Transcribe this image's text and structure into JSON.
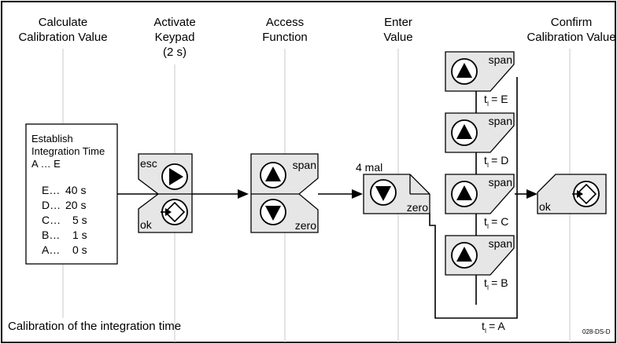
{
  "headers": {
    "col1_line1": "Calculate",
    "col1_line2": "Calibration Value",
    "col2_line1": "Activate",
    "col2_line2": "Keypad",
    "col2_line3": "(2 s)",
    "col3_line1": "Access",
    "col3_line2": "Function",
    "col4_line1": "Enter",
    "col4_line2": "Value",
    "col5_line1": "Confirm",
    "col5_line2": "Calibration Value"
  },
  "info_box": {
    "line1": "Establish",
    "line2": "Integration Time",
    "line3": "A … E",
    "rows": [
      {
        "code": "E…",
        "time": "40 s"
      },
      {
        "code": "D…",
        "time": "20 s"
      },
      {
        "code": "C…",
        "time": "5 s"
      },
      {
        "code": "B…",
        "time": "1 s"
      },
      {
        "code": "A…",
        "time": "0 s"
      }
    ]
  },
  "keys": {
    "esc_label": "esc",
    "ok_label": "ok",
    "span_label": "span",
    "zero_label": "zero",
    "repeat_label": "4 mal",
    "play_icon": "right-triangle-icon",
    "enter_icon": "diamond-enter-icon",
    "up_icon": "up-triangle-icon",
    "down_icon": "down-triangle-icon"
  },
  "branches": [
    {
      "t": "t",
      "sub": "I",
      "value": "= E"
    },
    {
      "t": "t",
      "sub": "I",
      "value": "= D"
    },
    {
      "t": "t",
      "sub": "I",
      "value": "= C"
    },
    {
      "t": "t",
      "sub": "I",
      "value": "= B"
    },
    {
      "t": "t",
      "sub": "I",
      "value": "= A"
    }
  ],
  "caption": "Calibration of the integration time",
  "figure_code": "028-DS-D"
}
